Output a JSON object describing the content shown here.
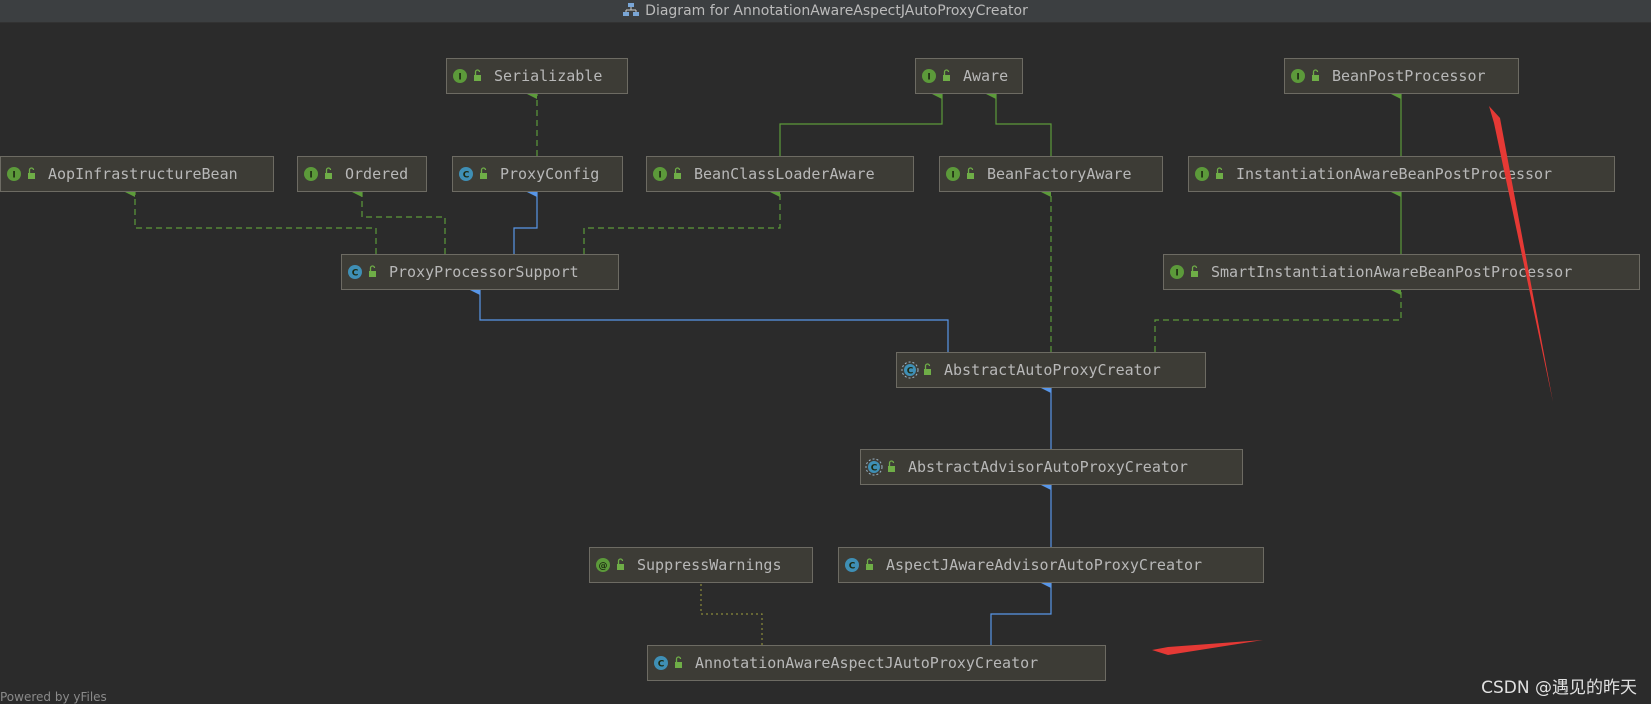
{
  "window": {
    "title": "Diagram for AnnotationAwareAspectJAutoProxyCreator"
  },
  "footer": {
    "text": "Powered by yFiles"
  },
  "watermark": {
    "text": "CSDN @遇见的昨天"
  },
  "colors": {
    "interface_badge": "#5c9a3a",
    "class_badge": "#3f8fb5",
    "annotation_badge": "#5c9a3a",
    "realization_edge": "#5c9a3a",
    "inheritance_edge": "#5896e8",
    "annotation_edge": "#8a8a3a",
    "highlight_arrow": "#e53935"
  },
  "nodes": [
    {
      "id": "serializable",
      "label": "Serializable",
      "kind": "interface"
    },
    {
      "id": "aware",
      "label": "Aware",
      "kind": "interface"
    },
    {
      "id": "beanpostprocessor",
      "label": "BeanPostProcessor",
      "kind": "interface"
    },
    {
      "id": "aopinfrastructurebean",
      "label": "AopInfrastructureBean",
      "kind": "interface"
    },
    {
      "id": "ordered",
      "label": "Ordered",
      "kind": "interface"
    },
    {
      "id": "proxyconfig",
      "label": "ProxyConfig",
      "kind": "class"
    },
    {
      "id": "beanclassloaderaware",
      "label": "BeanClassLoaderAware",
      "kind": "interface"
    },
    {
      "id": "beanfactoryaware",
      "label": "BeanFactoryAware",
      "kind": "interface"
    },
    {
      "id": "instantiationawarebeanpostprocessor",
      "label": "InstantiationAwareBeanPostProcessor",
      "kind": "interface"
    },
    {
      "id": "proxyprocessorsupport",
      "label": "ProxyProcessorSupport",
      "kind": "class"
    },
    {
      "id": "smartinstantiationawarebeanpostprocessor",
      "label": "SmartInstantiationAwareBeanPostProcessor",
      "kind": "interface"
    },
    {
      "id": "abstractautoproxycreator",
      "label": "AbstractAutoProxyCreator",
      "kind": "abstract"
    },
    {
      "id": "abstractadvisorautoproxycreator",
      "label": "AbstractAdvisorAutoProxyCreator",
      "kind": "abstract"
    },
    {
      "id": "suppresswarnings",
      "label": "SuppressWarnings",
      "kind": "annotation"
    },
    {
      "id": "aspectjawareadvisorautoproxycreator",
      "label": "AspectJAwareAdvisorAutoProxyCreator",
      "kind": "class"
    },
    {
      "id": "annotationawareaspectjautoproxycreator",
      "label": "AnnotationAwareAspectJAutoProxyCreator",
      "kind": "class"
    }
  ],
  "edges": [
    {
      "from": "proxyconfig",
      "to": "serializable",
      "type": "realization"
    },
    {
      "from": "beanclassloaderaware",
      "to": "aware",
      "type": "extends-interface"
    },
    {
      "from": "beanfactoryaware",
      "to": "aware",
      "type": "extends-interface"
    },
    {
      "from": "instantiationawarebeanpostprocessor",
      "to": "beanpostprocessor",
      "type": "extends-interface"
    },
    {
      "from": "proxyprocessorsupport",
      "to": "aopinfrastructurebean",
      "type": "realization"
    },
    {
      "from": "proxyprocessorsupport",
      "to": "ordered",
      "type": "realization"
    },
    {
      "from": "proxyprocessorsupport",
      "to": "proxyconfig",
      "type": "inheritance"
    },
    {
      "from": "proxyprocessorsupport",
      "to": "beanclassloaderaware",
      "type": "realization"
    },
    {
      "from": "smartinstantiationawarebeanpostprocessor",
      "to": "instantiationawarebeanpostprocessor",
      "type": "extends-interface"
    },
    {
      "from": "abstractautoproxycreator",
      "to": "proxyprocessorsupport",
      "type": "inheritance"
    },
    {
      "from": "abstractautoproxycreator",
      "to": "beanfactoryaware",
      "type": "realization"
    },
    {
      "from": "abstractautoproxycreator",
      "to": "smartinstantiationawarebeanpostprocessor",
      "type": "realization"
    },
    {
      "from": "abstractadvisorautoproxycreator",
      "to": "abstractautoproxycreator",
      "type": "inheritance"
    },
    {
      "from": "aspectjawareadvisorautoproxycreator",
      "to": "abstractadvisorautoproxycreator",
      "type": "inheritance"
    },
    {
      "from": "annotationawareaspectjautoproxycreator",
      "to": "aspectjawareadvisorautoproxycreator",
      "type": "inheritance"
    },
    {
      "from": "annotationawareaspectjautoproxycreator",
      "to": "suppresswarnings",
      "type": "annotation"
    }
  ]
}
